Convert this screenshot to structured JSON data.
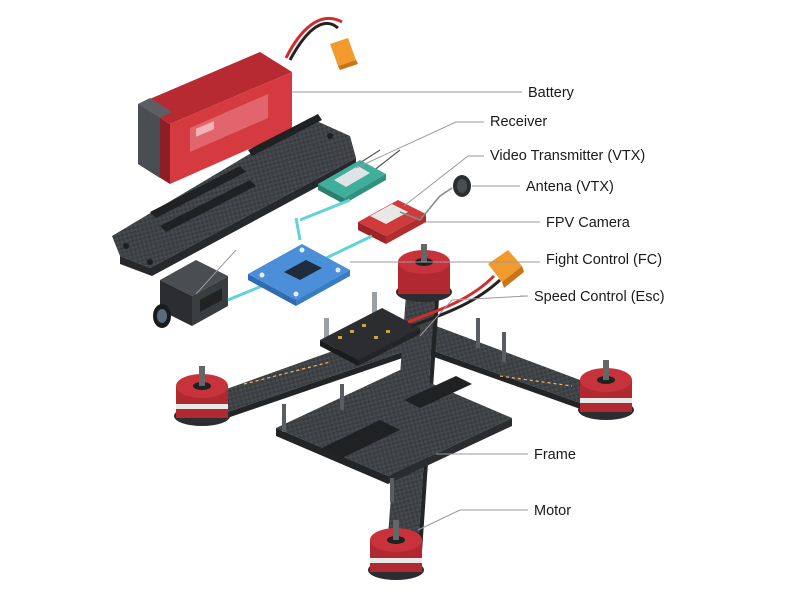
{
  "labels": {
    "battery": "Battery",
    "receiver": "Receiver",
    "vtx": "Video Transmitter  (VTX)",
    "antenna": "Antena (VTX)",
    "camera": "FPV Camera",
    "fc": "Fight Control (FC)",
    "esc": "Speed Control (Esc)",
    "frame": "Frame",
    "motor": "Motor"
  },
  "colors": {
    "battery_red": "#d43a40",
    "carbon": "#3a3d40",
    "motor_red": "#c8323a",
    "cable_cyan": "#5fd3d8",
    "fc_blue": "#4a8fd8",
    "receiver_teal": "#3fae9a",
    "vtx_red": "#cf3b3b",
    "connector_orange": "#f29a2e",
    "leader_line": "#9a9a9a"
  }
}
